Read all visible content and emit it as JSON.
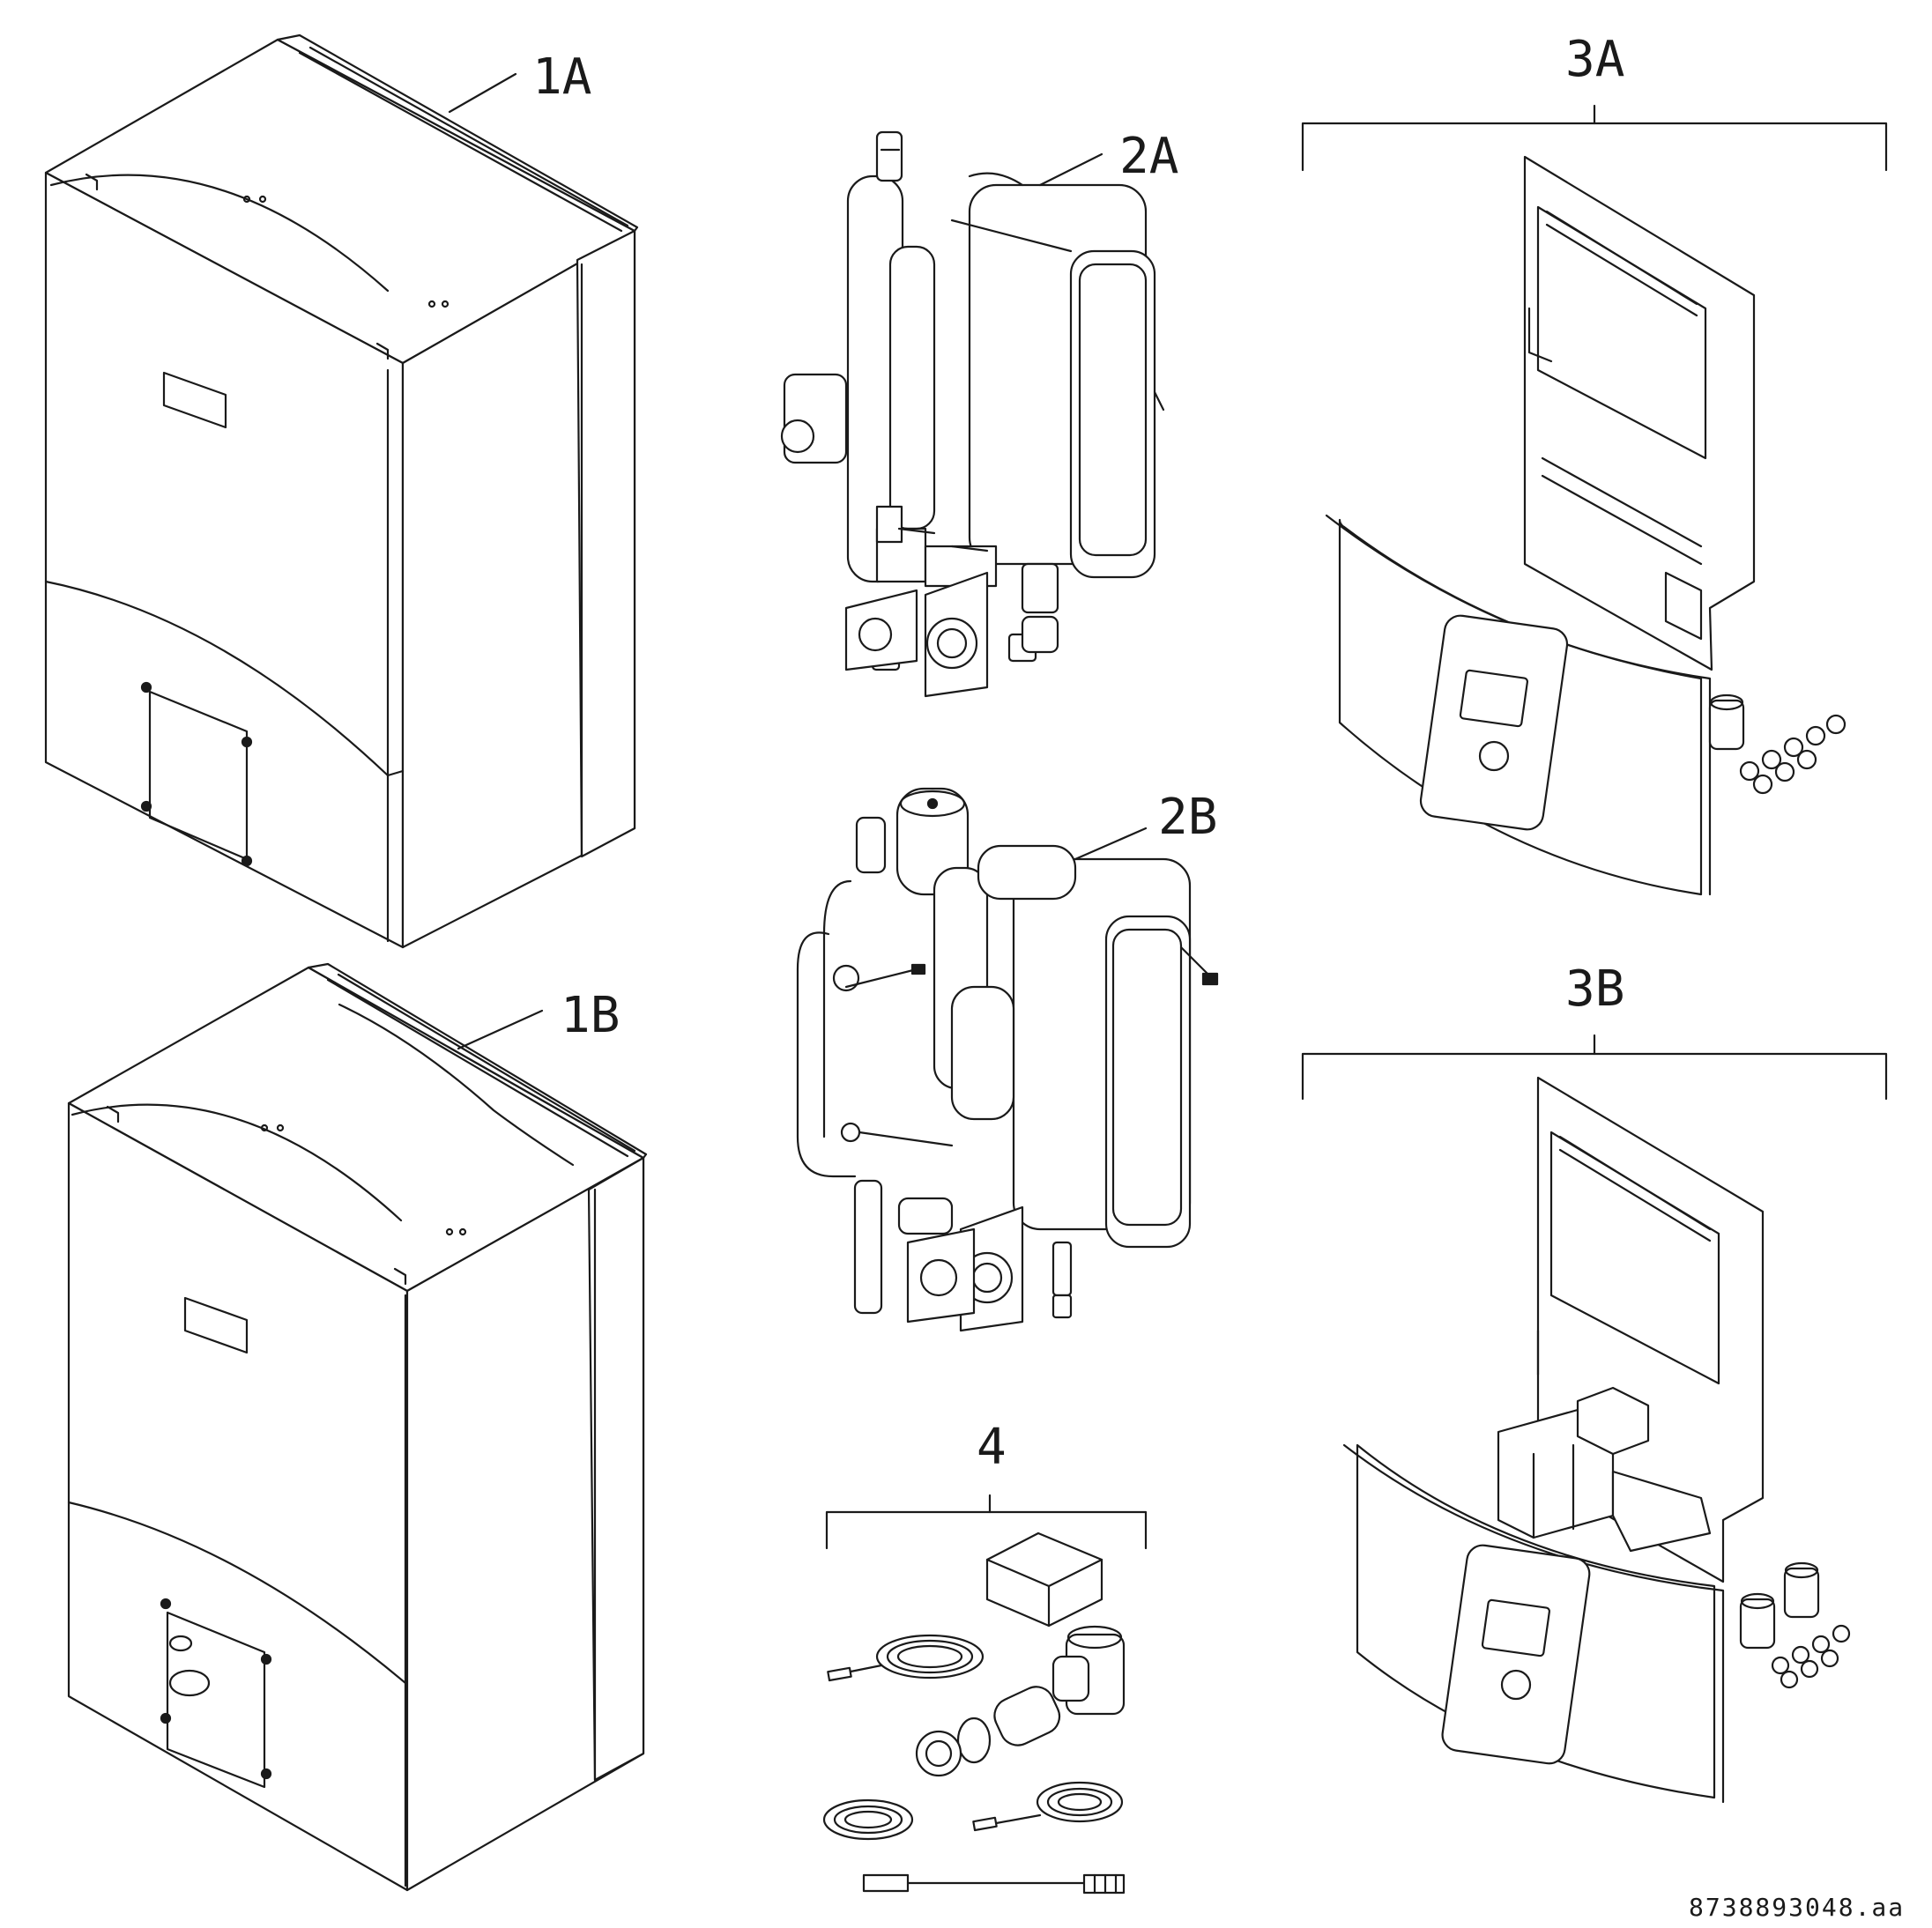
{
  "labels": {
    "l1a": "1A",
    "l1b": "1B",
    "l2a": "2A",
    "l2b": "2B",
    "l3a": "3A",
    "l3b": "3B",
    "l4": "4"
  },
  "document_number": "8738893048.aa",
  "colors": {
    "line": "#1a1a1a",
    "fill": "#ffffff",
    "shade": "#d9d9d9"
  }
}
